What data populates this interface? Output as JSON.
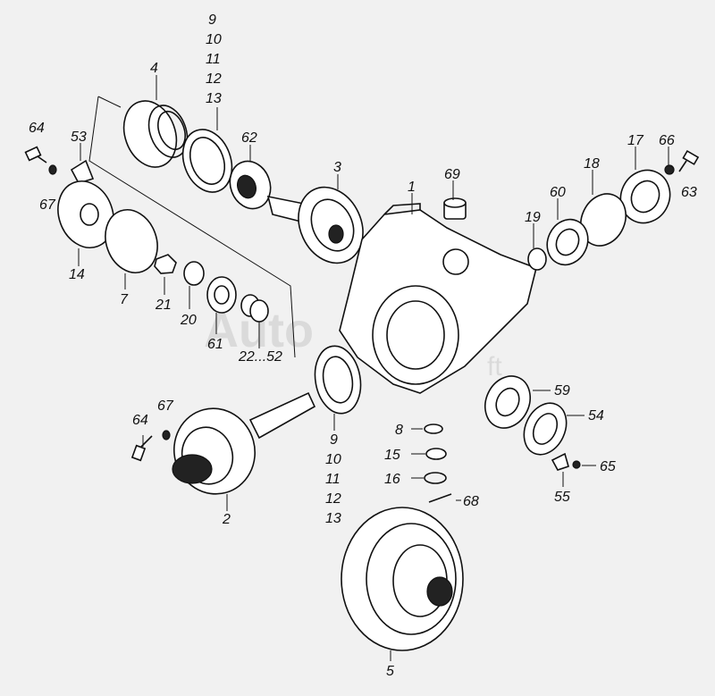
{
  "diagram": {
    "watermark_main": "Auto",
    "watermark_suffix": "ft",
    "labels": {
      "l9a": "9",
      "l10a": "10",
      "l11a": "11",
      "l12a": "12",
      "l13a": "13",
      "l4": "4",
      "l62": "62",
      "l3": "3",
      "l1": "1",
      "l69": "69",
      "l17": "17",
      "l66": "66",
      "l63": "63",
      "l18": "18",
      "l60": "60",
      "l19": "19",
      "l64a": "64",
      "l53": "53",
      "l67a": "67",
      "l14": "14",
      "l7": "7",
      "l21": "21",
      "l20": "20",
      "l61": "61",
      "l22_52": "22...52",
      "l67b": "67",
      "l64b": "64",
      "l2": "2",
      "l9b": "9",
      "l10b": "10",
      "l11b": "11",
      "l12b": "12",
      "l13b": "13",
      "l59": "59",
      "l54": "54",
      "l8": "8",
      "l15": "15",
      "l16": "16",
      "l65": "65",
      "l55": "55",
      "l68": "68",
      "l5": "5"
    }
  }
}
